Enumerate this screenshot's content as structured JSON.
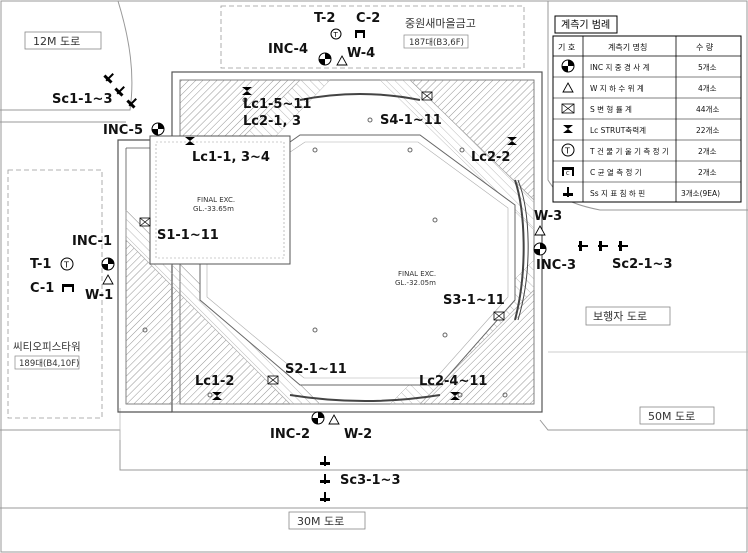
{
  "roads": {
    "road_12m": "12M 도로",
    "road_50m": "50M 도로",
    "road_30m": "30M 도로",
    "pedestrian": "보행자 도로"
  },
  "buildings": {
    "north_name": "중원새마을금고",
    "north_info": "187대(B3,6F)",
    "west_name": "씨티오피스타워",
    "west_info": "189대(B4,10F)"
  },
  "excavation": {
    "inner_final_1": "FINAL EXC.",
    "inner_final_2": "GL.-33.65m",
    "main_final_1": "FINAL EXC.",
    "main_final_2": "GL.-32.05m"
  },
  "labels": {
    "t2": "T-2",
    "c2": "C-2",
    "inc4": "INC-4",
    "w4": "W-4",
    "sc1": "Sc1-1~3",
    "lc1_5": "Lc1-5~11",
    "lc2_13": "Lc2-1, 3",
    "s4": "S4-1~11",
    "inc5": "INC-5",
    "lc1_134": "Lc1-1, 3~4",
    "lc2_2": "Lc2-2",
    "w3": "W-3",
    "inc3": "INC-3",
    "sc2": "Sc2-1~3",
    "s1": "S1-1~11",
    "inc1": "INC-1",
    "t1": "T-1",
    "c1": "C-1",
    "w1": "W-1",
    "s3": "S3-1~11",
    "s2": "S2-1~11",
    "lc1_2": "Lc1-2",
    "lc2_4": "Lc2-4~11",
    "inc2": "INC-2",
    "w2": "W-2",
    "sc3": "Sc3-1~3"
  },
  "legend": {
    "title": "계측기 범례",
    "col_symbol": "기 호",
    "col_name": "계측기 명칭",
    "col_qty": "수 량",
    "rows": [
      {
        "symbol": "inclinometer-icon",
        "name": "INC  지 중 경 사 계",
        "qty": "5개소"
      },
      {
        "symbol": "triangle-icon",
        "name": "W  지 하 수 위 계",
        "qty": "4개소"
      },
      {
        "symbol": "box-x-icon",
        "name": "S    변 형 률 계",
        "qty": "44개소"
      },
      {
        "symbol": "hourglass-icon",
        "name": "Lc    STRUT축력계",
        "qty": "22개소"
      },
      {
        "symbol": "circle-t-icon",
        "name": "T  건 물 기 울 기 측 정 기",
        "qty": "2개소"
      },
      {
        "symbol": "crack-gauge-icon",
        "name": "C    균 열 측 정 기",
        "qty": "2개소"
      },
      {
        "symbol": "settlement-pin-icon",
        "name": "Ss   지 표 침 하 핀",
        "qty": "3개소(9EA)"
      }
    ]
  }
}
